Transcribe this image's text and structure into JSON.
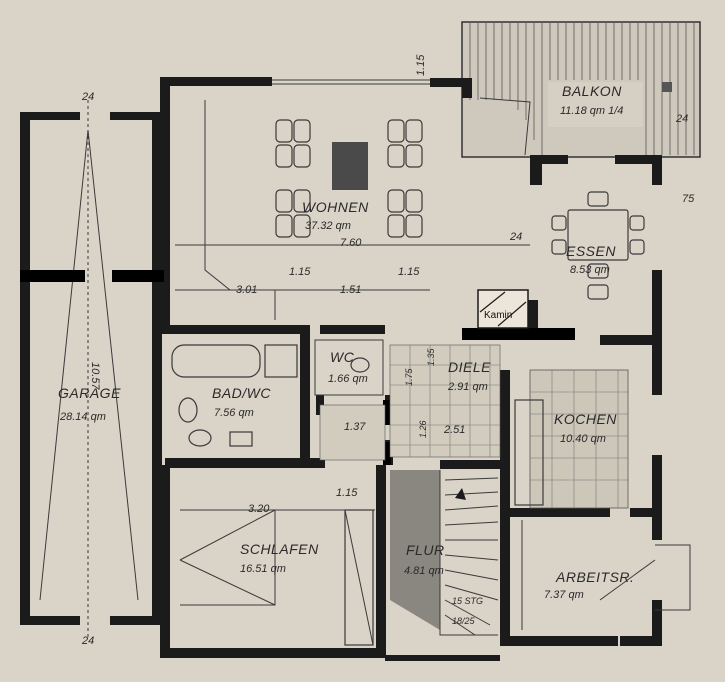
{
  "rooms": {
    "garage": {
      "name": "GARAGE",
      "area": "28.14 qm"
    },
    "wohnen": {
      "name": "WOHNEN",
      "area": "37.32 qm"
    },
    "balkon": {
      "name": "BALKON",
      "area": "11.18 qm 1/4"
    },
    "essen": {
      "name": "ESSEN",
      "area": "8.53 qm"
    },
    "badwc": {
      "name": "BAD/WC",
      "area": "7.56 qm"
    },
    "wc": {
      "name": "WC",
      "area": "1.66 qm"
    },
    "diele": {
      "name": "DIELE",
      "area": "2.91 qm"
    },
    "kochen": {
      "name": "KOCHEN",
      "area": "10.40 qm"
    },
    "schlafen": {
      "name": "SCHLAFEN",
      "area": "16.51 qm"
    },
    "flur": {
      "name": "FLUR",
      "area": "4.81 qm"
    },
    "arbeitsr": {
      "name": "ARBEITSR.",
      "area": "7.37 qm"
    }
  },
  "kamin": "Kamin",
  "dimensions": {
    "top_115": "1.15",
    "wohnen_width": "7.60",
    "wohnen_301": "3.01",
    "wohnen_115a": "1.15",
    "wohnen_151": "1.51",
    "wohnen_115b": "1.15",
    "essen_24": "24",
    "garage_top_24": "24",
    "garage_bottom_24": "24",
    "garage_length": "10.57",
    "balkon_24": "24",
    "side_75": "75",
    "diele_175": "1.75",
    "diele_135": "1.35",
    "hall_137": "1.37",
    "hall_126": "1.26",
    "hall_251": "2.51",
    "schlafen_width": "3.20",
    "schlafen_115": "1.15",
    "stairs": "15 STG",
    "stairs_ratio": "18/25"
  }
}
